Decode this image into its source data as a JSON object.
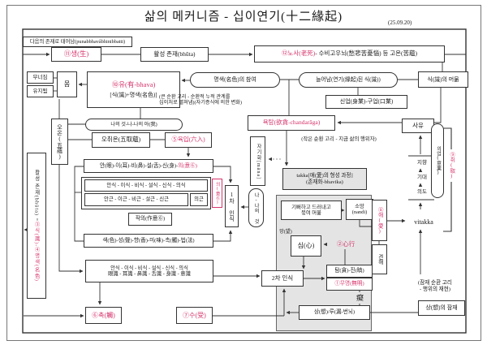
{
  "page": {
    "title": "삶의 메커니즘 - 십이연기(十二緣起)",
    "date": "(25.09.20)"
  },
  "colors": {
    "accent": "#d6336c",
    "panel_gray": "#e4e4e4"
  },
  "top": {
    "rebirth": "다음의 존재로 태어남(punabbhavâbhinibbatti)",
    "birth": "⑪생(生)",
    "bhuta": "활성 존재(bhūta)",
    "aging_death_num": "⑫노사(老死)",
    "aging_death_rest": " - 수비고우뇌(愁悲苦憂惱) 등 고온(苦蘊)"
  },
  "left": {
    "crumble": "무너짐",
    "maintain": "유지됨",
    "body": "몸",
    "five_aggregates": "오온(五蘊)",
    "active_being_black": "활성 존재(bhūta) = ",
    "active_being_pink": "③식(識)-④명색(名色)"
  },
  "bhava": {
    "title": "⑩유(有-bhava)",
    "sub": "[식(識)+명색(名色)]"
  },
  "mid_top": {
    "namarupa_join": "명색(名色)의 참여",
    "big_loop_note1": "(큰 순환 고리 - 순환적 누적 관계를",
    "big_loop_note2": "십이처로 펼쳐냄)(자기증식에 의한 변화)",
    "increase": "늘어남(연기(緣起)된 식(識))",
    "vinnana_stay": "식(識)의 머묾",
    "kamma": "신업(身業)-구업(口業)",
    "thought": "사유"
  },
  "aggregates": {
    "mine_me_self": "나의 것-나-나의 아(我)",
    "five_clinging": "오취온(五取蘊)",
    "six_bases": "⑤육입(六入)",
    "organs_black": "안(眼)-이(耳)-비(鼻)-설(舌)-신(身)-",
    "organs_pink": "의(意⑥)",
    "six_vinnana": "안식 - 이식 - 비식 - 설식 - 신식 - 의식",
    "five_roots": "안근 - 이근 - 비근 - 설근 - 신근",
    "mind_root": "의근",
    "mind_tag": "의(意⑥)",
    "attention": "작의(作意⑥)",
    "six_objects": "색(色)-성(聲)-향(香)-미(味)-촉(觸)-법(法)",
    "first_cognition": "1차 인식",
    "me_mine": "나-나의 것",
    "selfing": "자기화[māna]"
  },
  "craving_loop": {
    "chanda": "욕탐(欲貪-chandarāga)",
    "small_loop_note": "(작은 순환 고리 - 지금 삶의 행위자)",
    "takka1": "takka[애(愛)의 형성 과정]",
    "takka2": "(존재화-bhavika)",
    "delight1": "기뻐하고 드러내고",
    "delight2": "묶여 머묾",
    "nandi1": "소망",
    "nandi2": "(nandi)",
    "mang": "망(望)",
    "sim": "심(心)",
    "simhaeng": "②心行",
    "tamjin": "탐(貪)-진(瞋)",
    "ignorance": "①무명(無明)",
    "chi": "癡",
    "sang_ru": "상(想)/루(漏-번뇌)",
    "second_cognition": "2차 인식"
  },
  "right": {
    "craving": "⑧애(愛)",
    "view": "견해",
    "vitakka": "vitakka",
    "aim": "지향",
    "expect": "기대",
    "intend": "의도",
    "mental_action": "의업(意業)",
    "grasping": "⑨취(取)",
    "latent_note1": "(잠재 순환 고리",
    "latent_note2": "- 행위의 재현)",
    "sang_latent": "상(想)의 잠재"
  },
  "bottom": {
    "vinnana_row1": "안식 - 이식 - 비식 - 설식 - 신식 - 의식",
    "vinnana_row2": "眼識 - 耳識 - 鼻識 - 舌識 - 身識 - 意識",
    "touch": "⑥촉(觸)",
    "feeling": "⑦수(受)"
  }
}
